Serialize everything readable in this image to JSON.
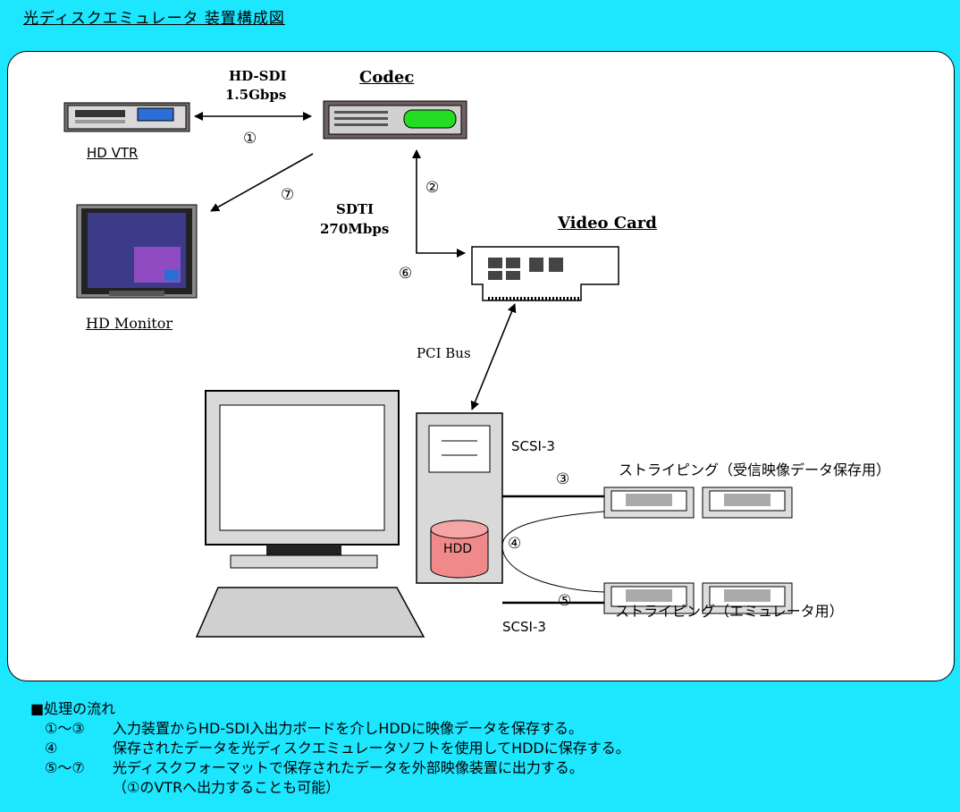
{
  "title": "光ディスクエミュレータ 装置構成図",
  "devices": {
    "codec": "Codec",
    "video_card": "Video Card",
    "hd_vtr": "HD VTR",
    "hd_monitor": "HD Monitor",
    "hdd": "HDD"
  },
  "links": {
    "hdsdi_1": "HD-SDI",
    "hdsdi_2": "1.5Gbps",
    "sdti_1": "SDTI",
    "sdti_2": "270Mbps",
    "pci": "PCI Bus",
    "scsi_top": "SCSI-3",
    "scsi_bottom": "SCSI-3"
  },
  "markers": {
    "m1": "①",
    "m2": "②",
    "m3": "③",
    "m4": "④",
    "m5": "⑤",
    "m6": "⑥",
    "m7": "⑦"
  },
  "striping": {
    "receive": "ストライピング（受信映像データ保存用）",
    "emulator": "ストライピング（エミュレータ用）"
  },
  "process": {
    "heading": "■処理の流れ",
    "steps": [
      {
        "num": "①～③",
        "text": "入力装置からHD-SDI入出力ボードを介しHDDに映像データを保存する。"
      },
      {
        "num": "④",
        "text": "保存されたデータを光ディスクエミュレータソフトを使用してHDDに保存する。"
      },
      {
        "num": "⑤～⑦",
        "text": "光ディスクフォーマットで保存されたデータを外部映像装置に出力する。"
      },
      {
        "num": "",
        "text": "（①のVTRへ出力することも可能）"
      }
    ]
  }
}
